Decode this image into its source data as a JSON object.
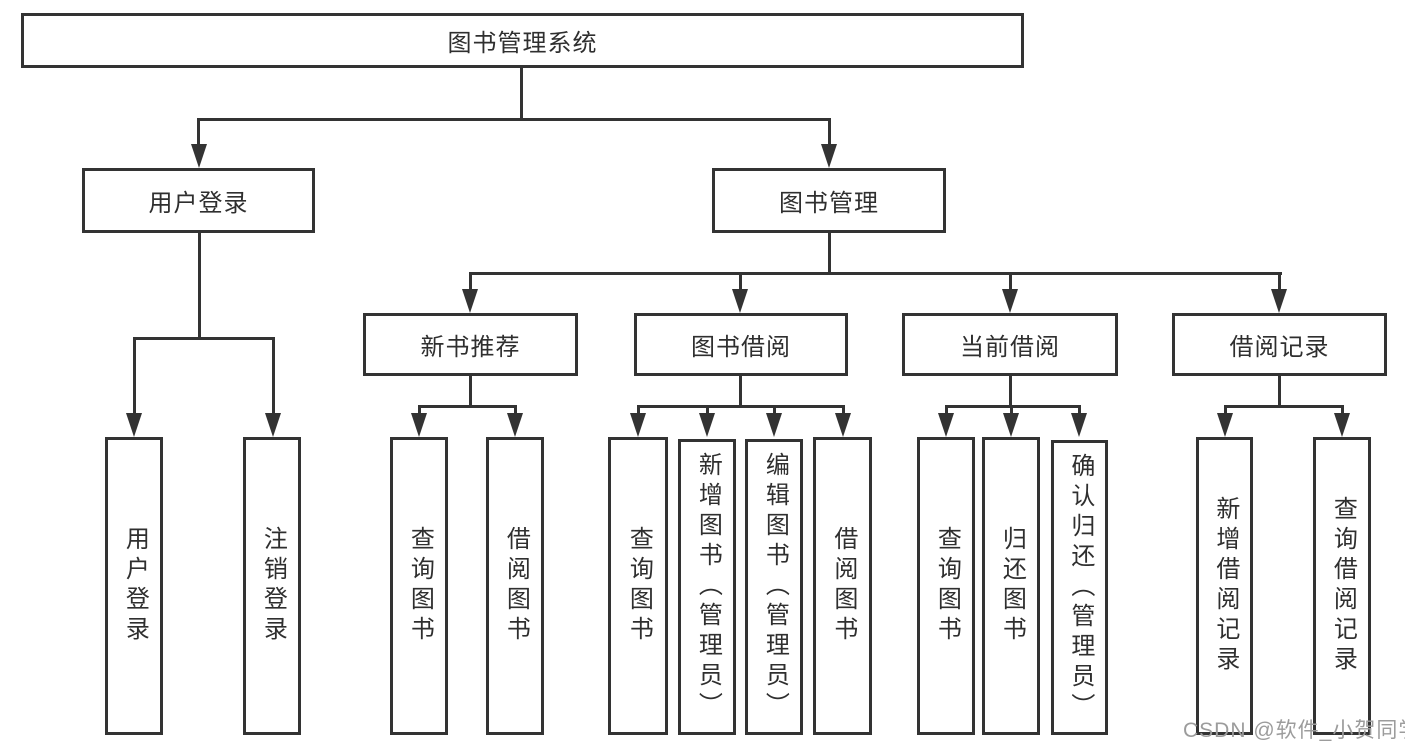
{
  "diagram": {
    "title": "图书管理系统",
    "nodes": {
      "root": {
        "label": "图书管理系统"
      },
      "level2": [
        {
          "label": "用户登录"
        },
        {
          "label": "图书管理"
        }
      ],
      "level3": [
        {
          "label": "新书推荐",
          "parent": "图书管理"
        },
        {
          "label": "图书借阅",
          "parent": "图书管理"
        },
        {
          "label": "当前借阅",
          "parent": "图书管理"
        },
        {
          "label": "借阅记录",
          "parent": "图书管理"
        }
      ],
      "leaves": [
        {
          "label": "用户登录",
          "parent": "用户登录"
        },
        {
          "label": "注销登录",
          "parent": "用户登录"
        },
        {
          "label": "查询图书",
          "parent": "新书推荐"
        },
        {
          "label": "借阅图书",
          "parent": "新书推荐"
        },
        {
          "label": "查询图书",
          "parent": "图书借阅"
        },
        {
          "label": "新增图书（管理员）",
          "parent": "图书借阅"
        },
        {
          "label": "编辑图书（管理员）",
          "parent": "图书借阅"
        },
        {
          "label": "借阅图书",
          "parent": "图书借阅"
        },
        {
          "label": "查询图书",
          "parent": "当前借阅"
        },
        {
          "label": "归还图书",
          "parent": "当前借阅"
        },
        {
          "label": "确认归还（管理员）",
          "parent": "当前借阅"
        },
        {
          "label": "新增借阅记录",
          "parent": "借阅记录"
        },
        {
          "label": "查询借阅记录",
          "parent": "借阅记录"
        }
      ]
    },
    "colors": {
      "line": "#333333",
      "text": "#2f2f2f",
      "background": "#ffffff",
      "watermark": "#9c9c9c"
    }
  },
  "watermark": {
    "text": "CSDN @软件_小贺同学"
  }
}
